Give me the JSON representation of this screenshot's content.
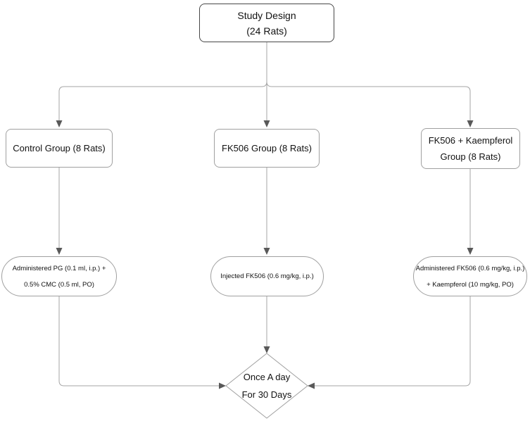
{
  "diagram": {
    "type": "flowchart",
    "nodes": {
      "study_design": {
        "shape": "rounded-rectangle",
        "line1": "Study Design",
        "line2": "(24 Rats)"
      },
      "control_group": {
        "shape": "rounded-rectangle",
        "line1": "Control Group (8 Rats)"
      },
      "fk506_group": {
        "shape": "rounded-rectangle",
        "line1": "FK506 Group (8 Rats)"
      },
      "fk506_kaempferol_group": {
        "shape": "rounded-rectangle",
        "line1": "FK506 + Kaempferol",
        "line2": "Group (8 Rats)"
      },
      "control_treatment": {
        "shape": "stadium",
        "line1": "Administered PG (0.1 ml, i.p.) +",
        "line2": "0.5% CMC (0.5 ml, PO)"
      },
      "fk506_treatment": {
        "shape": "stadium",
        "line1": "Injected FK506 (0.6 mg/kg, i.p.)"
      },
      "fk506_kaempferol_treatment": {
        "shape": "stadium",
        "line1": "Administered FK506 (0.6 mg/kg, i.p.)",
        "line2": "+ Kaempferol (10 mg/kg, PO)"
      },
      "duration": {
        "shape": "diamond",
        "line1": "Once A day",
        "line2": "For 30 Days"
      }
    },
    "edges": [
      {
        "from": "study_design",
        "to": "control_group"
      },
      {
        "from": "study_design",
        "to": "fk506_group"
      },
      {
        "from": "study_design",
        "to": "fk506_kaempferol_group"
      },
      {
        "from": "control_group",
        "to": "control_treatment"
      },
      {
        "from": "fk506_group",
        "to": "fk506_treatment"
      },
      {
        "from": "fk506_kaempferol_group",
        "to": "fk506_kaempferol_treatment"
      },
      {
        "from": "control_treatment",
        "to": "duration"
      },
      {
        "from": "fk506_treatment",
        "to": "duration"
      },
      {
        "from": "fk506_kaempferol_treatment",
        "to": "duration"
      }
    ],
    "colors": {
      "background": "#ffffff",
      "shape_fill": "#ffffff",
      "line_color": "#a6a6a6",
      "arrow_color": "#595959",
      "box_border": "#a0a0a0",
      "title_border": "#484848",
      "text_color": "#111111"
    }
  }
}
